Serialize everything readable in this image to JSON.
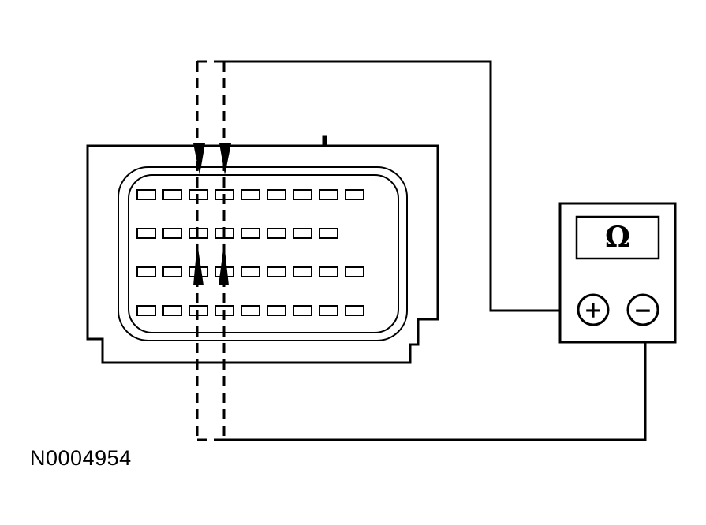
{
  "figure_code": "N0004954",
  "meter": {
    "display_symbol": "Ω",
    "positive_terminal": "+",
    "negative_terminal": "−"
  },
  "connector": {
    "rows": [
      9,
      8,
      9,
      9
    ],
    "probes": [
      "upper-left-probe",
      "upper-right-probe",
      "lower-left-probe",
      "lower-right-probe"
    ]
  },
  "colors": {
    "ink": "#000000",
    "paper": "#ffffff"
  }
}
